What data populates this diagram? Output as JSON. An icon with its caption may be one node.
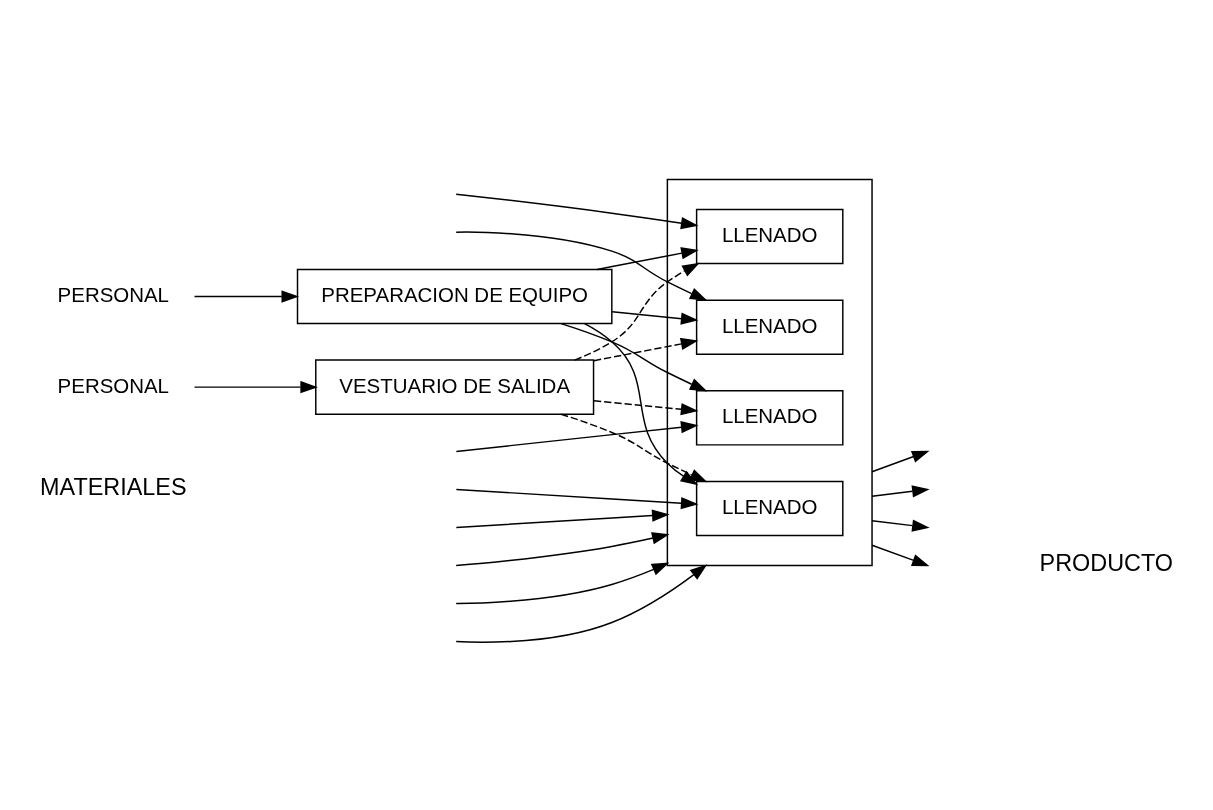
{
  "diagram": {
    "nodes": [
      {
        "text": [
          "PERSONAL"
        ]
      },
      {
        "text": [
          "PREPARACION DE EQUIPO"
        ]
      },
      {
        "text": [],
        "shape": "box"
      },
      {
        "text": [
          "LLENADO"
        ],
        "in": 2
      },
      {
        "text": [
          "LLENADO"
        ],
        "in": 2
      },
      {
        "text": [
          "LLENADO"
        ],
        "in": 2
      },
      {
        "text": [
          "LLENADO"
        ],
        "in": 2
      },
      {
        "text": [
          "PERSONAL"
        ]
      },
      {
        "text": [
          "VESTUARIO DE SALIDA"
        ]
      }
    ],
    "edges": [
      {
        "from": 0,
        "to": 1,
        "arrow": "to"
      },
      {
        "from": null,
        "to": 3,
        "arrow": "to"
      },
      {
        "from": null,
        "to": 4,
        "arrow": "to"
      },
      {
        "from": null,
        "to": 5,
        "arrow": "to"
      },
      {
        "from": null,
        "to": 6,
        "arrow": "to"
      },
      {
        "from": 1,
        "to": 3,
        "arrow": "to"
      },
      {
        "from": 1,
        "to": 4,
        "arrow": "to"
      },
      {
        "from": 1,
        "to": 5,
        "arrow": "to"
      },
      {
        "from": 1,
        "to": 6,
        "arrow": "to"
      },
      {
        "from": 8,
        "to": 3,
        "arrow": "to",
        "style": "dashed"
      },
      {
        "from": 8,
        "to": 4,
        "arrow": "to",
        "style": "dashed"
      },
      {
        "from": 8,
        "to": 5,
        "arrow": "to",
        "style": "dashed"
      },
      {
        "from": 8,
        "to": 6,
        "arrow": "to",
        "style": "dashed"
      },
      {
        "from": null,
        "to": 2,
        "arrow": "to"
      },
      {
        "from": null,
        "to": 2,
        "arrow": "to"
      },
      {
        "from": null,
        "to": 2,
        "arrow": "to"
      },
      {
        "from": null,
        "to": 2,
        "arrow": "to"
      },
      {
        "from": 2,
        "to": null,
        "arrow": "to"
      },
      {
        "from": 2,
        "to": null,
        "arrow": "to"
      },
      {
        "from": 2,
        "to": null,
        "arrow": "to"
      },
      {
        "from": 2,
        "to": null,
        "arrow": "to"
      },
      {
        "from": 7,
        "to": 8,
        "arrow": "to"
      }
    ],
    "labels": [
      "MATERIALES",
      "PRODUCTO"
    ]
  }
}
